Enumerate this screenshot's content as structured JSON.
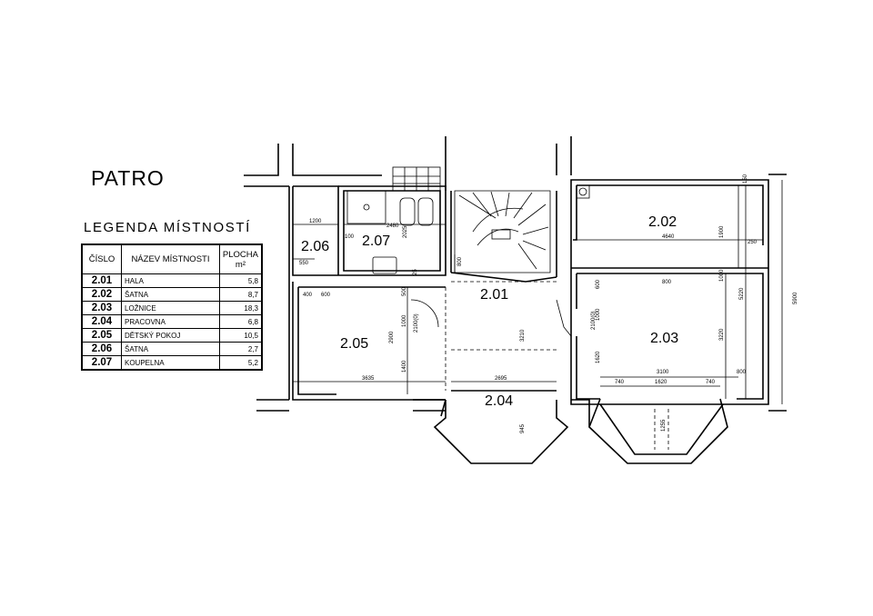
{
  "title": "PATRO",
  "legend": {
    "title": "LEGENDA MÍSTNOSTÍ",
    "headers": {
      "number": "ČÍSLO",
      "name": "NÁZEV MÍSTNOSTI",
      "area": "PLOCHA",
      "unit": "m²"
    },
    "rows": [
      {
        "number": "2.01",
        "name": "HALA",
        "area": "5,8"
      },
      {
        "number": "2.02",
        "name": "ŠATNA",
        "area": "8,7"
      },
      {
        "number": "2.03",
        "name": "LOŽNICE",
        "area": "18,3"
      },
      {
        "number": "2.04",
        "name": "PRACOVNA",
        "area": "6,8"
      },
      {
        "number": "2.05",
        "name": "DĚTSKÝ POKOJ",
        "area": "10,5"
      },
      {
        "number": "2.06",
        "name": "ŠATNA",
        "area": "2,7"
      },
      {
        "number": "2.07",
        "name": "KOUPELNA",
        "area": "5,2"
      }
    ]
  },
  "room_labels": {
    "r201": "2.01",
    "r202": "2.02",
    "r203": "2.03",
    "r204": "2.04",
    "r205": "2.05",
    "r206": "2.06",
    "r207": "2.07"
  },
  "dimensions": {
    "d1200": "1200",
    "d550": "550",
    "d2480": "2480",
    "d100": "100",
    "d2025": "2025",
    "d800a": "800",
    "d25": "25",
    "d4640": "4640",
    "d1900": "1900",
    "d250": "250",
    "d150": "150",
    "d5900": "5900",
    "d800b": "800",
    "d1000a": "1000",
    "d5220": "5220",
    "d600a": "600",
    "d1000b": "1000",
    "d2100a": "2100(0)",
    "d1620a": "1620",
    "d3220": "3220",
    "d3100": "3100",
    "d800c": "800",
    "d740a": "740",
    "d1620b": "1620",
    "d740b": "740",
    "d1255": "1255",
    "d400": "400",
    "d600b": "600",
    "d500": "500",
    "d1000c": "1000",
    "d2900": "2900",
    "d2100b": "2100(0)",
    "d1400": "1400",
    "d3635": "3635",
    "d3210": "3210",
    "d2695": "2695",
    "d945": "945"
  }
}
